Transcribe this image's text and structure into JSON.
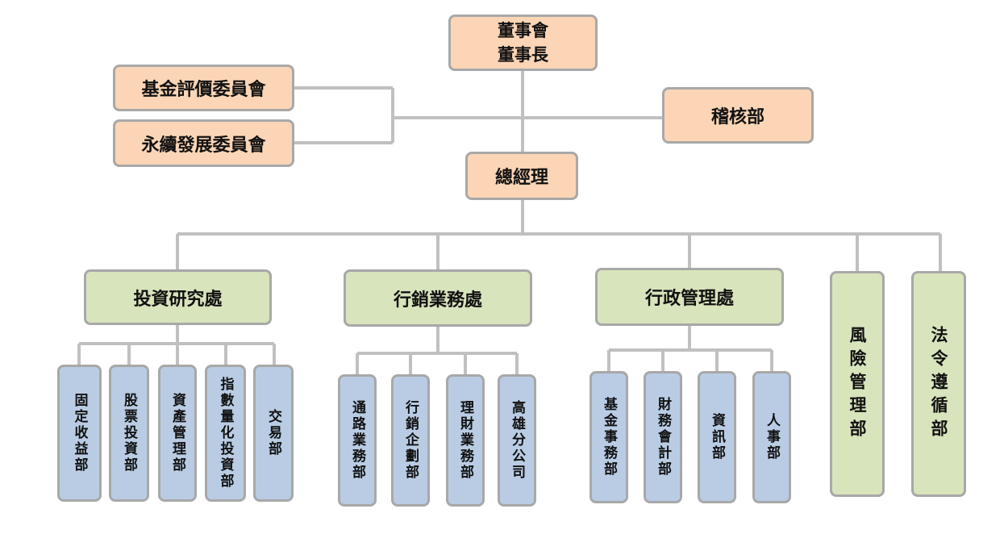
{
  "board": "董事會\n董事長",
  "valuation_committee": "基金評價委員會",
  "sustainability_committee": "永續發展委員會",
  "audit": "稽核部",
  "gm": "總經理",
  "divisions": {
    "investment": "投資研究處",
    "marketing": "行銷業務處",
    "admin": "行政管理處",
    "risk": "風險管理部",
    "compliance": "法令遵循部"
  },
  "departments": {
    "fixed_income": "固定收益部",
    "equity_investment": "股票投資部",
    "asset_management": "資產管理部",
    "index_quant": "指數量化投資部",
    "trading": "交易部",
    "channel_sales": "通路業務部",
    "marketing_planning": "行銷企劃部",
    "wealth_management": "理財業務部",
    "kaohsiung_branch": "高雄分公司",
    "fund_affairs": "基金事務部",
    "finance_accounting": "財務會計部",
    "information": "資訊部",
    "hr": "人事部"
  }
}
